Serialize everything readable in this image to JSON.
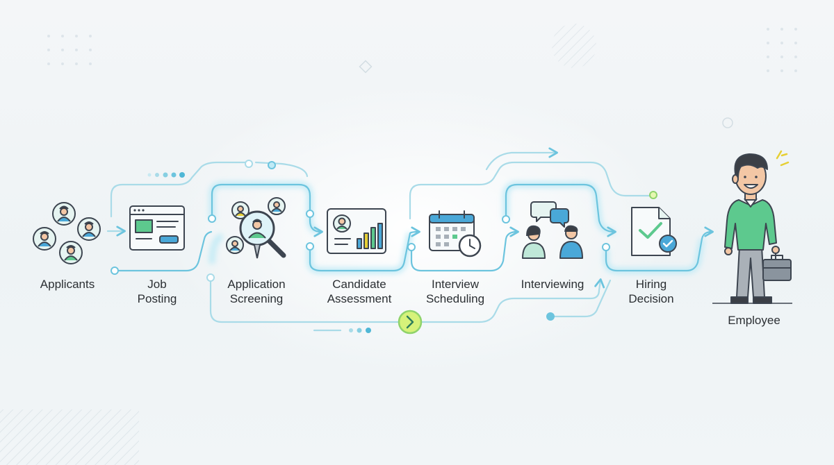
{
  "stages": [
    {
      "label": "Applicants",
      "icon": "applicants-group-icon"
    },
    {
      "label": "Job\nPosting",
      "icon": "job-posting-browser-icon"
    },
    {
      "label": "Application\nScreening",
      "icon": "magnifier-screening-icon"
    },
    {
      "label": "Candidate\nAssessment",
      "icon": "assessment-profile-chart-icon"
    },
    {
      "label": "Interview\nScheduling",
      "icon": "calendar-clock-icon"
    },
    {
      "label": "Interviewing",
      "icon": "interview-chat-people-icon"
    },
    {
      "label": "Hiring\nDecision",
      "icon": "document-check-icon"
    },
    {
      "label": "Employee",
      "icon": "employee-with-briefcase-icon"
    }
  ],
  "colors": {
    "flow_line": "#6cc4de",
    "flow_line_faint": "#a9dbe8",
    "glow": "#bfeaf6",
    "accent_green": "#5cc78f",
    "accent_blue": "#4aa8d8",
    "outline": "#3d4550",
    "node_fill": "#e6f4f1",
    "skin": "#f3c7a5",
    "hair": "#3b3f46",
    "shirt_green": "#5dc98e",
    "pants_grey": "#aab1b8",
    "sparkle": "#e6cf34",
    "next_button": "#d6f27a"
  }
}
